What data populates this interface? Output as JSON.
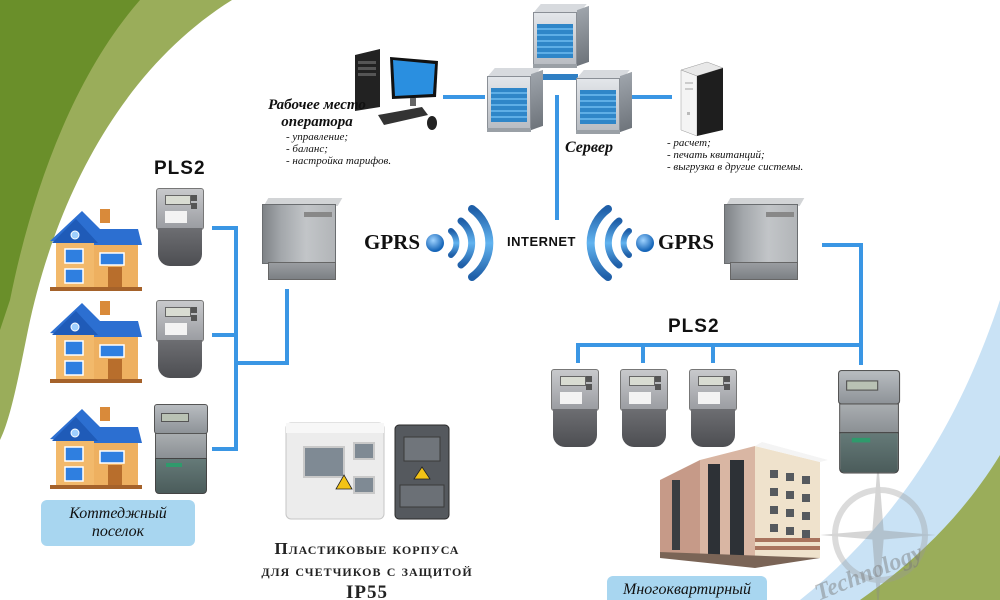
{
  "diagram": {
    "operator_workstation": {
      "title_line1": "Рабочее место",
      "title_line2": "оператора",
      "functions": [
        "- управление;",
        "- баланс;",
        "- настройка тарифов."
      ]
    },
    "server": {
      "label": "Сервер",
      "functions": [
        "- расчет;",
        "- печать квитанций;",
        "- выгрузка в другие системы."
      ]
    },
    "network": {
      "left_link": "GPRS",
      "right_link": "GPRS",
      "center": "INTERNET"
    },
    "cottage_side": {
      "bus_label": "PLS2",
      "houses_count": 3,
      "caption_line1": "Коттеджный",
      "caption_line2": "поселок"
    },
    "apartment_side": {
      "bus_label": "PLS2",
      "meters_count": 4,
      "caption": "Многоквартирный"
    },
    "enclosures_caption": {
      "line1": "Пластиковые корпуса",
      "line2": "для счетчиков с защитой",
      "line3": "IP55"
    },
    "watermark": "Technology",
    "colors": {
      "connection_line": "#3a96e4",
      "caption_box": "#a8d6f0",
      "bg_green_dark": "#6a8f2a",
      "bg_green_light": "#9aad5a",
      "bg_blue_light": "#c9e2f5"
    }
  }
}
